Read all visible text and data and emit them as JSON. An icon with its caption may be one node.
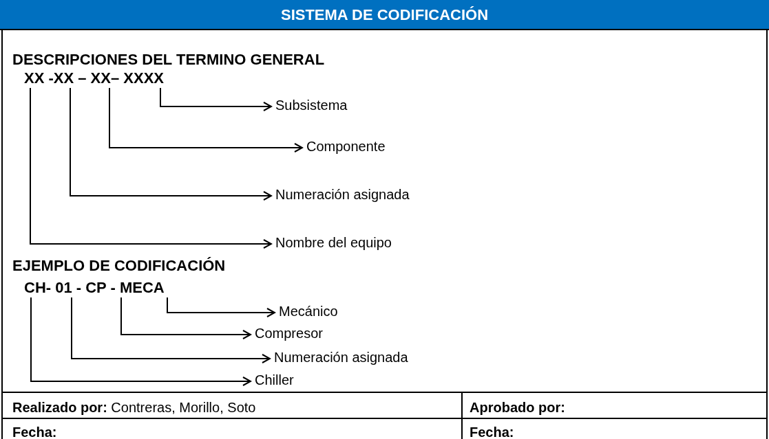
{
  "diagram": {
    "title": "SISTEMA DE CODIFICACIÓN",
    "nodes": [
      {
        "text": [
          "XX -XX – XX– XXXX"
        ]
      },
      {
        "text": [
          "Subsistema"
        ]
      },
      {
        "text": [
          "Componente"
        ]
      },
      {
        "text": [
          "Numeración asignada"
        ]
      },
      {
        "text": [
          "Nombre del equipo"
        ]
      },
      {
        "text": [
          "CH- 01 - CP - MECA"
        ]
      },
      {
        "text": [
          "Mecánico"
        ]
      },
      {
        "text": [
          "Compresor"
        ]
      },
      {
        "text": [
          "Numeración asignada"
        ]
      },
      {
        "text": [
          "Chiller"
        ]
      }
    ],
    "edges": [
      {
        "from": 0,
        "to": 1,
        "arrow": "to"
      },
      {
        "from": 0,
        "to": 2,
        "arrow": "to"
      },
      {
        "from": 0,
        "to": 3,
        "arrow": "to"
      },
      {
        "from": 0,
        "to": 4,
        "arrow": "to"
      },
      {
        "from": 5,
        "to": 6,
        "arrow": "to"
      },
      {
        "from": 5,
        "to": 7,
        "arrow": "to"
      },
      {
        "from": 5,
        "to": 8,
        "arrow": "to"
      },
      {
        "from": 5,
        "to": 9,
        "arrow": "to"
      }
    ],
    "labels": [
      "DESCRIPCIONES DEL TERMINO GENERAL",
      "EJEMPLO DE CODIFICACIÓN",
      "**Realizado por:** Contreras, Morillo, Soto",
      "Aprobado por:",
      "Fecha:",
      "Fecha:"
    ]
  }
}
